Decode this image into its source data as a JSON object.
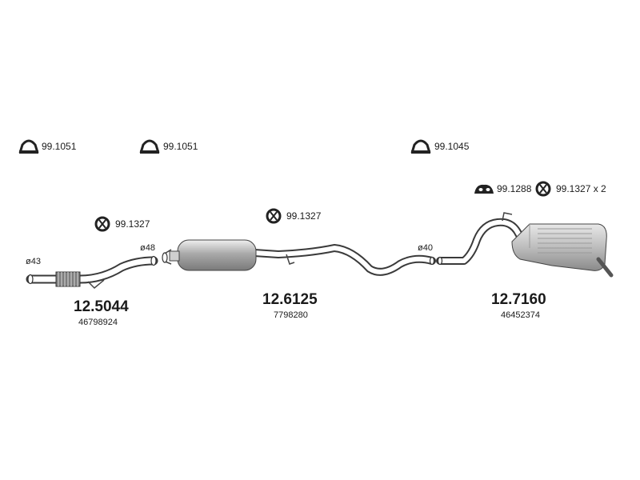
{
  "accessories": {
    "clamp_a": "99.1051",
    "clamp_b": "99.1051",
    "clamp_c": "99.1045",
    "ring_front": "99.1327",
    "ring_middle": "99.1327",
    "hanger_rear": "99.1288",
    "ring_rear": "99.1327 x 2"
  },
  "diameters": {
    "front_in": "ø43",
    "front_out": "ø48",
    "rear_in": "ø40"
  },
  "parts": [
    {
      "number": "12.5044",
      "oem": "46798924"
    },
    {
      "number": "12.6125",
      "oem": "7798280"
    },
    {
      "number": "12.7160",
      "oem": "46452374"
    }
  ]
}
